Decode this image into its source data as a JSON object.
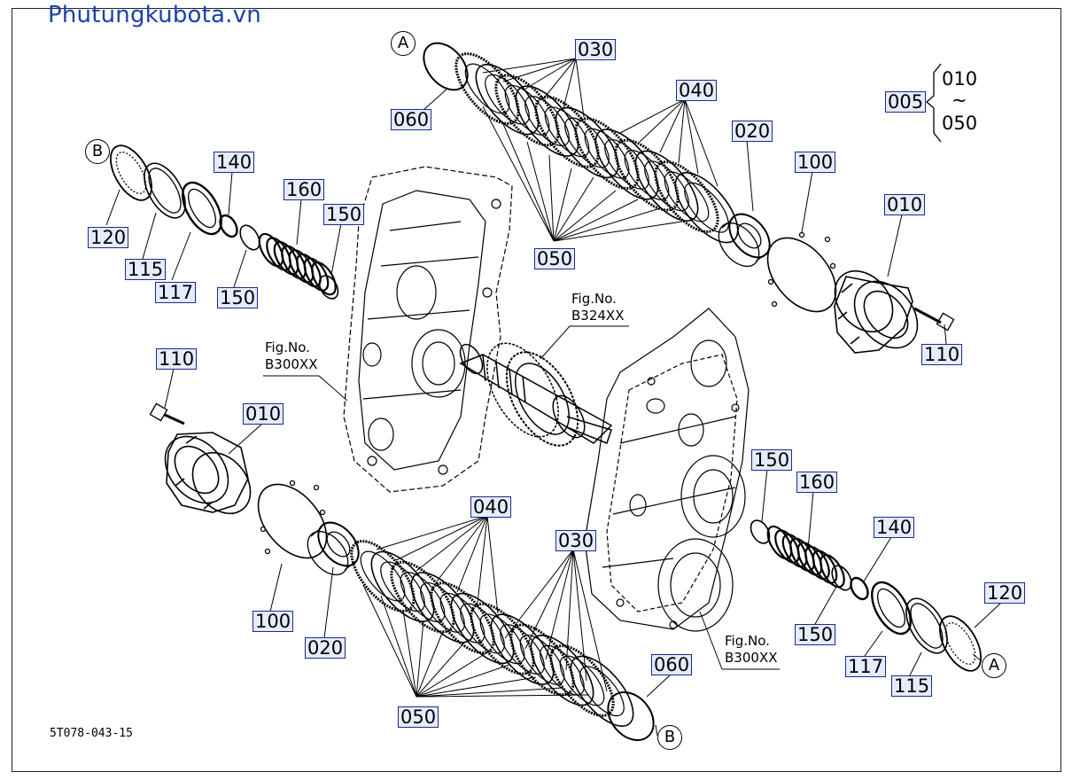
{
  "watermark": "Phutungkubota.vn",
  "drawing_number": "5T078-043-15",
  "figure_refs": {
    "b324": {
      "line1": "Fig.No.",
      "line2": "B324XX"
    },
    "b300_left": {
      "line1": "Fig.No.",
      "line2": "B300XX"
    },
    "b300_right": {
      "line1": "Fig.No.",
      "line2": "B300XX"
    }
  },
  "assembly": {
    "main": "005",
    "from": "010",
    "tilde": "~",
    "to": "050"
  },
  "callouts": {
    "a_top": "A",
    "b_left": "B",
    "b_bottom": "B",
    "a_right": "A"
  },
  "labels": {
    "t_030": "030",
    "t_040": "040",
    "t_020": "020",
    "t_100": "100",
    "t_010": "010",
    "t_110": "110",
    "t_060": "060",
    "t_050": "050",
    "l_120": "120",
    "l_115": "115",
    "l_117": "117",
    "l_140": "140",
    "l_150a": "150",
    "l_160": "160",
    "l_150b": "150",
    "b_110": "110",
    "b_010": "010",
    "b_100": "100",
    "b_020": "020",
    "b_040": "040",
    "b_030": "030",
    "b_050": "050",
    "b_060": "060",
    "r_150a": "150",
    "r_160": "160",
    "r_140": "140",
    "r_120": "120",
    "r_150b": "150",
    "r_117": "117",
    "r_115": "115"
  }
}
